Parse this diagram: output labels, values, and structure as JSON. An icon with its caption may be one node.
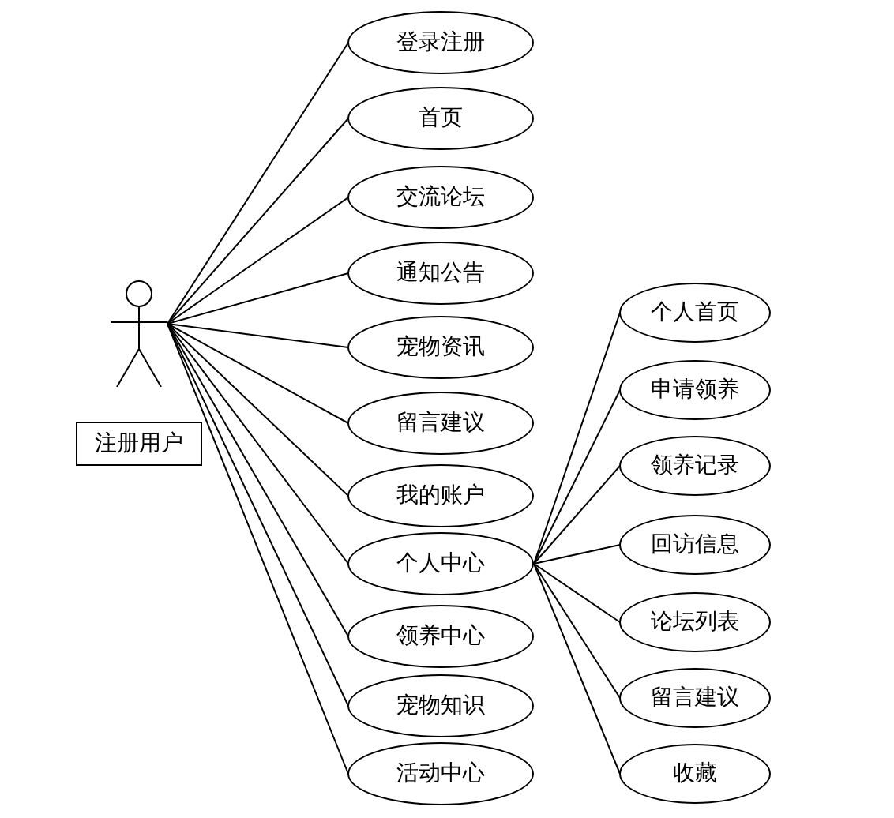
{
  "diagram": {
    "nodes": [
      {
        "text": [],
        "shape": "person",
        "beside": [
          "注册用户"
        ]
      },
      {
        "text": [
          "登录注册"
        ]
      },
      {
        "text": [
          "首页"
        ]
      },
      {
        "text": [
          "交流论坛"
        ]
      },
      {
        "text": [
          "通知公告"
        ]
      },
      {
        "text": [
          "宠物资讯"
        ]
      },
      {
        "text": [
          "留言建议"
        ]
      },
      {
        "text": [
          "我的账户"
        ]
      },
      {
        "text": [
          "个人中心"
        ]
      },
      {
        "text": [
          "领养中心"
        ]
      },
      {
        "text": [
          "宠物知识"
        ]
      },
      {
        "text": [
          "活动中心"
        ]
      },
      {
        "text": [
          "个人首页"
        ]
      },
      {
        "text": [
          "申请领养"
        ]
      },
      {
        "text": [
          "领养记录"
        ]
      },
      {
        "text": [
          "回访信息"
        ]
      },
      {
        "text": [
          "论坛列表"
        ]
      },
      {
        "text": [
          "留言建议"
        ]
      },
      {
        "text": [
          "收藏"
        ]
      }
    ],
    "edges": [
      {
        "from": 0,
        "to": 1,
        "arrow": "none"
      },
      {
        "from": 0,
        "to": 2,
        "arrow": "none"
      },
      {
        "from": 0,
        "to": 3,
        "arrow": "none"
      },
      {
        "from": 0,
        "to": 4,
        "arrow": "none"
      },
      {
        "from": 0,
        "to": 5,
        "arrow": "none"
      },
      {
        "from": 0,
        "to": 6,
        "arrow": "none"
      },
      {
        "from": 0,
        "to": 7,
        "arrow": "none"
      },
      {
        "from": 0,
        "to": 8,
        "arrow": "none"
      },
      {
        "from": 0,
        "to": 9,
        "arrow": "none"
      },
      {
        "from": 0,
        "to": 10,
        "arrow": "none"
      },
      {
        "from": 0,
        "to": 11,
        "arrow": "none"
      },
      {
        "from": 8,
        "to": 12,
        "arrow": "none"
      },
      {
        "from": 8,
        "to": 13,
        "arrow": "none"
      },
      {
        "from": 8,
        "to": 14,
        "arrow": "none"
      },
      {
        "from": 8,
        "to": 15,
        "arrow": "none"
      },
      {
        "from": 8,
        "to": 16,
        "arrow": "none"
      },
      {
        "from": 8,
        "to": 17,
        "arrow": "none"
      },
      {
        "from": 8,
        "to": 18,
        "arrow": "none"
      }
    ]
  }
}
